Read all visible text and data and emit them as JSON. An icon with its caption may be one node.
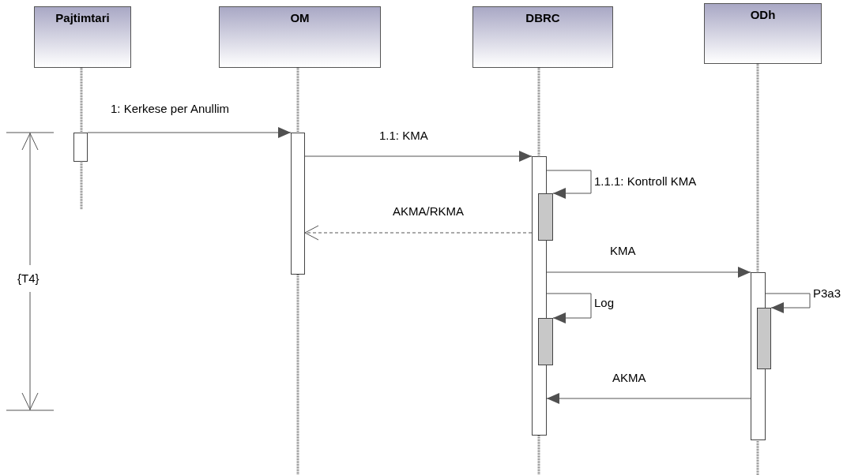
{
  "diagram": {
    "nodes": [
      {
        "text": [
          "Pajtimtari"
        ]
      },
      {
        "text": [
          "OM"
        ]
      },
      {
        "text": [
          "DBRC"
        ]
      },
      {
        "text": [
          "ODh"
        ]
      },
      {
        "text": [],
        "shape": "bar"
      },
      {
        "text": [],
        "shape": "bar"
      },
      {
        "text": [],
        "shape": "bar"
      },
      {
        "text": [],
        "shape": "bar"
      },
      {
        "text": [],
        "shape": "bar"
      },
      {
        "text": [],
        "shape": "bar"
      },
      {
        "text": [],
        "shape": "bar"
      }
    ],
    "edges": [
      {
        "from": 4,
        "to": 5,
        "arrow": "to",
        "label": "1: Kerkese per Anullim"
      },
      {
        "from": 5,
        "to": 6,
        "arrow": "to",
        "label": "1.1: KMA"
      },
      {
        "from": 6,
        "to": 7,
        "arrow": "to",
        "label": "1.1.1: Kontroll KMA"
      },
      {
        "from": 6,
        "to": 5,
        "arrow": "to",
        "label": "AKMA/RKMA",
        "style": "dashed"
      },
      {
        "from": 6,
        "to": 9,
        "arrow": "to",
        "label": "KMA"
      },
      {
        "from": 6,
        "to": 8,
        "arrow": "to",
        "label": "Log"
      },
      {
        "from": 9,
        "to": 10,
        "arrow": "to",
        "label": "P3a3"
      },
      {
        "from": 9,
        "to": 6,
        "arrow": "to",
        "label": "AKMA"
      }
    ],
    "labels": [
      "{T4}"
    ]
  }
}
